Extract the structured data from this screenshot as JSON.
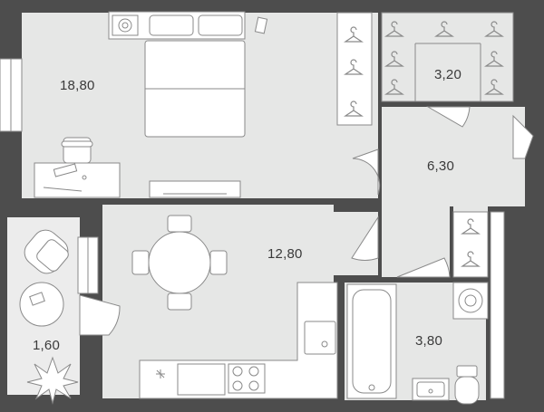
{
  "rooms": {
    "bedroom": {
      "area": "18,80"
    },
    "wardrobe": {
      "area": "3,20"
    },
    "hallway": {
      "area": "6,30"
    },
    "living_kitchen": {
      "area": "12,80"
    },
    "balcony": {
      "area": "1,60"
    },
    "bathroom": {
      "area": "3,80"
    }
  },
  "colors": {
    "wall": "#4d4d4d",
    "floor": "#e6e7e6",
    "balcony_floor": "#ececec",
    "furniture_stroke": "#8a8a8a",
    "furniture_fill": "#ffffff",
    "label": "#3a3a3a"
  },
  "icons": [
    "hanger-icon",
    "bed-icon",
    "desk-icon",
    "chair-icon",
    "dining-table-icon",
    "sink-icon",
    "stove-icon",
    "bathtub-icon",
    "toilet-icon",
    "washing-machine-icon",
    "armchair-icon",
    "plant-icon",
    "door-swing-icon"
  ]
}
